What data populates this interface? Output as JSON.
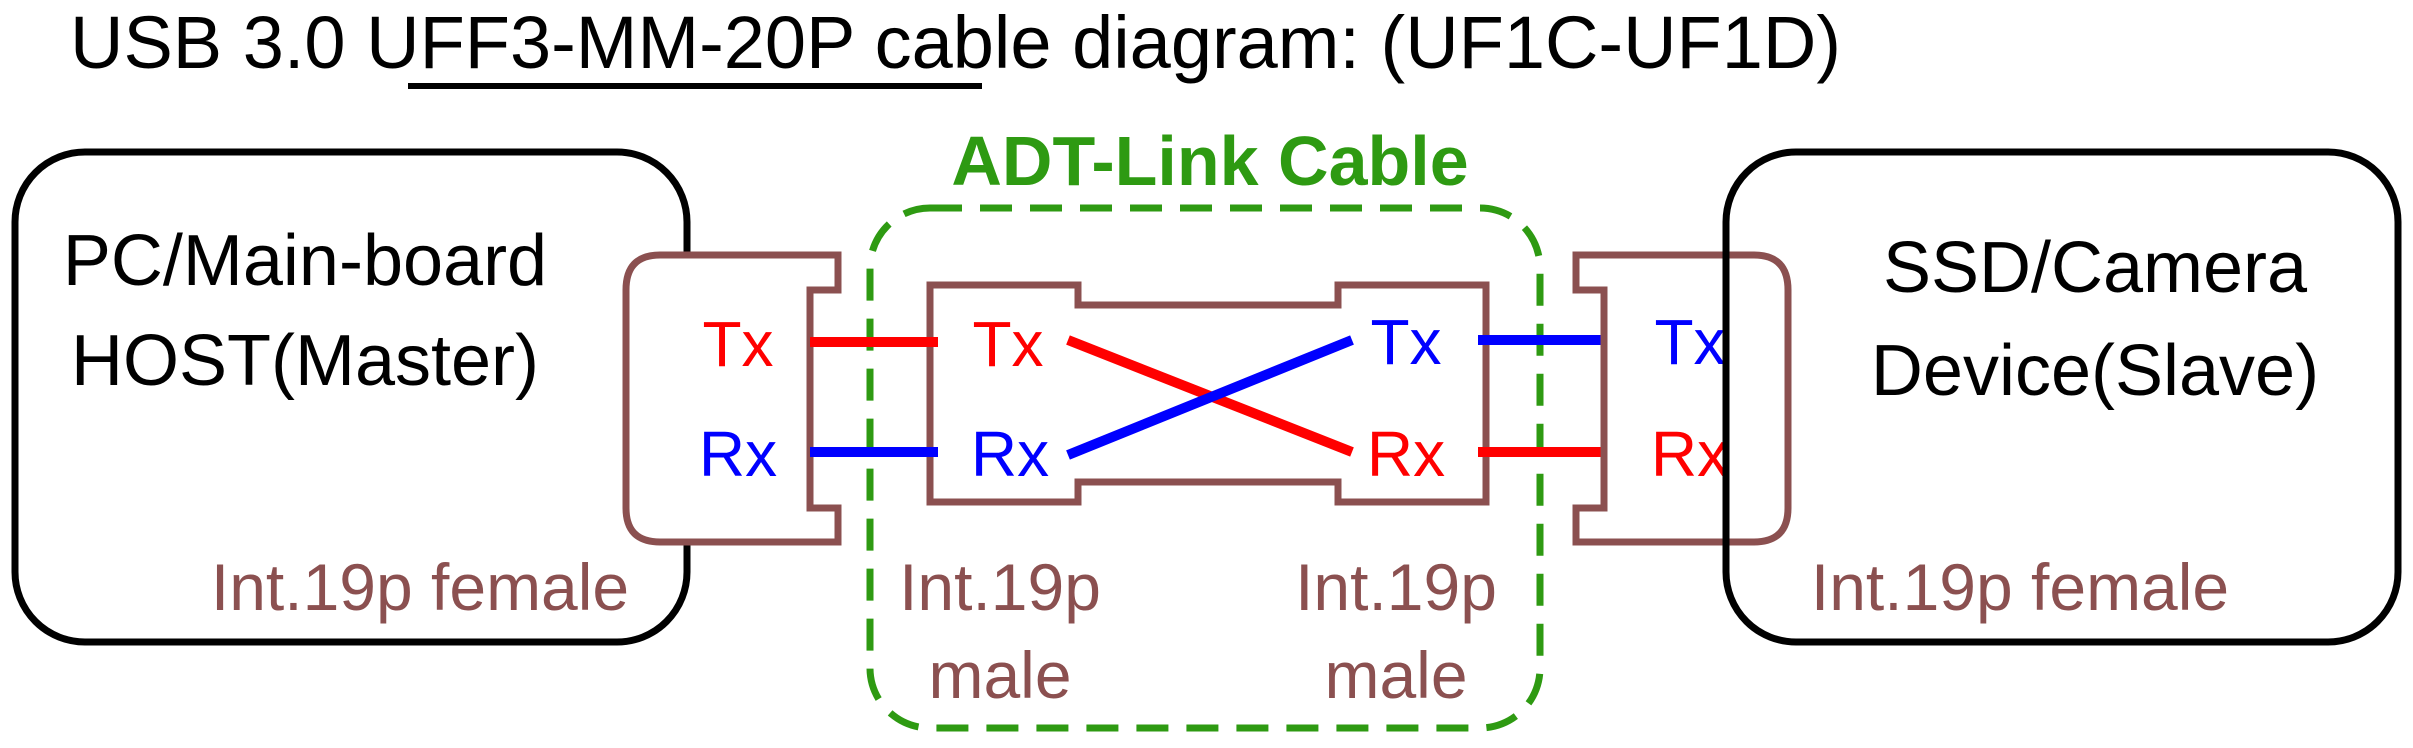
{
  "title": {
    "prefix": "USB 3.0 ",
    "model": "UFF3-MM-20P",
    "suffix": " cable diagram: (UF1C-UF1D)"
  },
  "host": {
    "line1": "PC/Main-board",
    "line2": "HOST(Master)",
    "connector_label": "Int.19p female",
    "tx_label": "Tx",
    "rx_label": "Rx"
  },
  "cable": {
    "title": "ADT-Link Cable",
    "left_tx_label": "Tx",
    "left_rx_label": "Rx",
    "right_tx_label": "Tx",
    "right_rx_label": "Rx",
    "left_connector_line1": "Int.19p",
    "left_connector_line2": "male",
    "right_connector_line1": "Int.19p",
    "right_connector_line2": "male"
  },
  "device": {
    "line1": "SSD/Camera",
    "line2": "Device(Slave)",
    "connector_label": "Int.19p female",
    "tx_label": "Tx",
    "rx_label": "Rx"
  },
  "colors": {
    "tx": "#ff0000",
    "rx": "#0000ff",
    "connector": "#8b5050",
    "cable_outline": "#2e9a12",
    "outline": "#000000"
  }
}
